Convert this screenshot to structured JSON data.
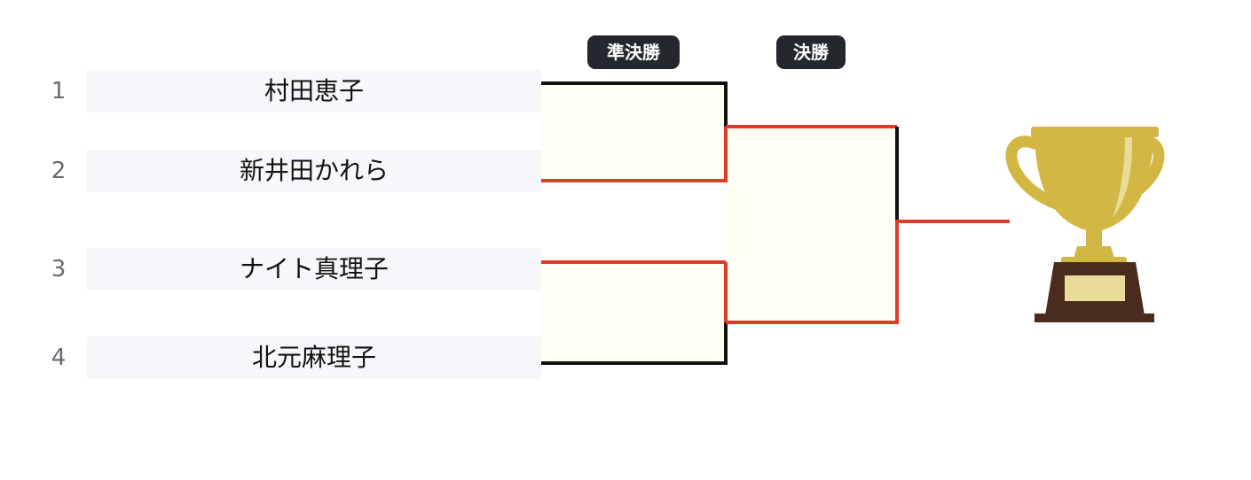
{
  "rounds": [
    "準決勝",
    "決勝"
  ],
  "players": [
    {
      "seed": "1",
      "name": "村田恵子"
    },
    {
      "seed": "2",
      "name": "新井田かれら"
    },
    {
      "seed": "3",
      "name": "ナイト真理子"
    },
    {
      "seed": "4",
      "name": "北元麻理子"
    }
  ],
  "colors": {
    "winner_line": "#e03a28",
    "line": "#111111",
    "match_fill": "#fefff2",
    "player_bg": "#f6f7fb",
    "badge_bg": "#24272e",
    "trophy_gold": "#d3b744",
    "trophy_base": "#4a2c1e",
    "trophy_plate": "#e8dc98"
  },
  "trophy_icon": "trophy-icon"
}
